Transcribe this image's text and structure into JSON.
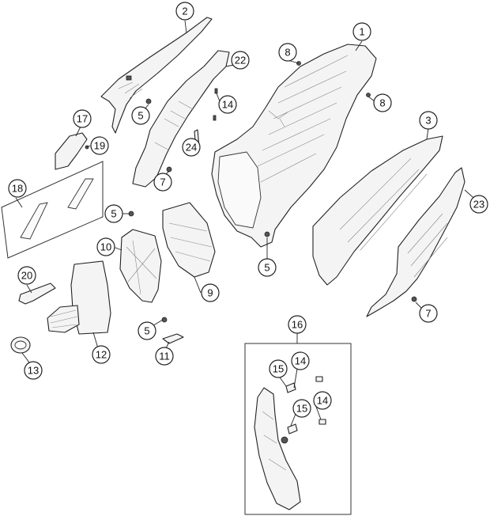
{
  "callouts": {
    "c1": "1",
    "c2": "2",
    "c3": "3",
    "c5a": "5",
    "c5b": "5",
    "c5c": "5",
    "c5d": "5",
    "c7a": "7",
    "c7b": "7",
    "c8a": "8",
    "c8b": "8",
    "c9": "9",
    "c10": "10",
    "c11": "11",
    "c12": "12",
    "c13": "13",
    "c14a": "14",
    "c14b": "14",
    "c14c": "14",
    "c15a": "15",
    "c15b": "15",
    "c16": "16",
    "c17": "17",
    "c18": "18",
    "c19": "19",
    "c20": "20",
    "c22": "22",
    "c23": "23",
    "c24": "24"
  },
  "colors": {
    "line": "#222222",
    "fill": "#f4f4f4",
    "background": "#ffffff"
  }
}
